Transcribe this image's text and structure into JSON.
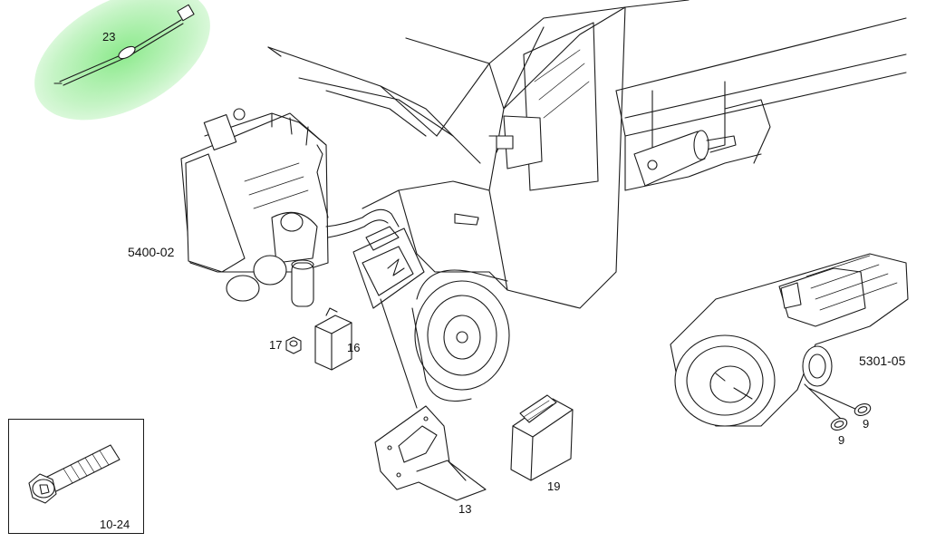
{
  "callouts": {
    "p23": "23",
    "p5400_02": "5400-02",
    "p17": "17",
    "p16": "16",
    "p13": "13",
    "p19": "19",
    "p5301_05": "5301-05",
    "p9a": "9",
    "p9b": "9",
    "p10_24": "10-24"
  },
  "colors": {
    "highlight": "#8fe88f",
    "line": "#1a1a1a"
  },
  "highlighted_part": "23"
}
